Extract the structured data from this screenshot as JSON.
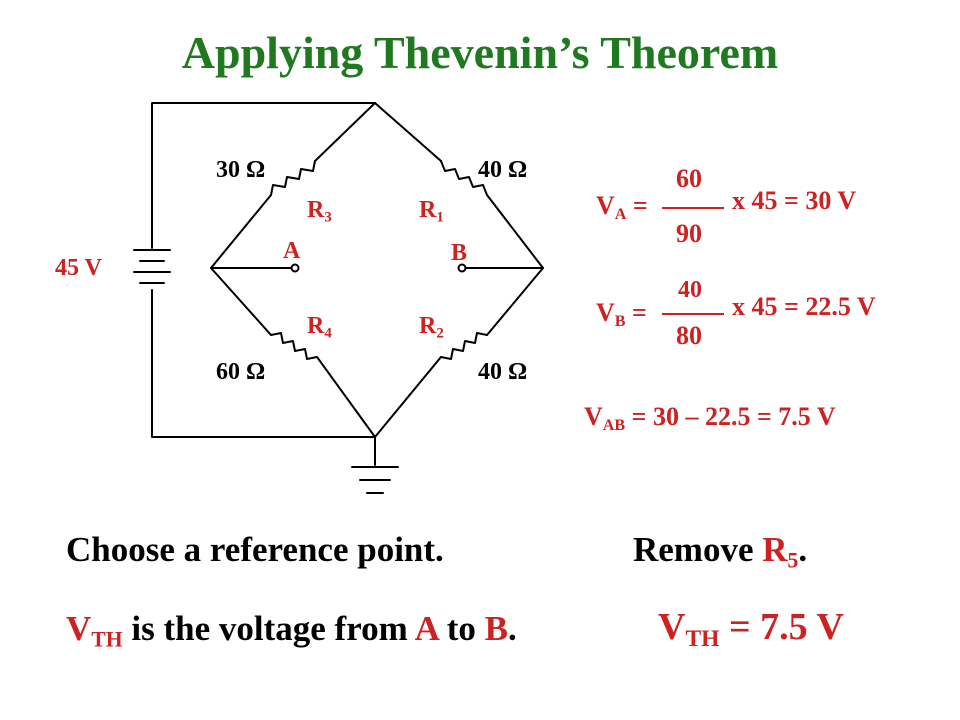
{
  "title": "Applying Thevenin’s Theorem",
  "circuit": {
    "source": "45 V",
    "r3": {
      "value": "30 Ω",
      "label": "R",
      "sub": "3"
    },
    "r1": {
      "value": "40 Ω",
      "label": "R",
      "sub": "1"
    },
    "r4": {
      "value": "60 Ω",
      "label": "R",
      "sub": "4"
    },
    "r2": {
      "value": "40 Ω",
      "label": "R",
      "sub": "2"
    },
    "node_a": "A",
    "node_b": "B"
  },
  "equations": {
    "va": {
      "lhs": "V",
      "sub": "A",
      "eq": "=",
      "num": "60",
      "den": "90",
      "rest": "x 45 = 30 V"
    },
    "vb": {
      "lhs": "V",
      "sub": "B",
      "eq": "=",
      "num": "40",
      "den": "80",
      "rest": "x 45 = 22.5 V"
    },
    "vab": {
      "lhs": "V",
      "sub": "AB",
      "rest": "= 30 – 22.5 = 7.5 V"
    }
  },
  "bottom": {
    "line1_left": "Choose a reference point.",
    "line1_right_a": "Remove ",
    "line1_right_r": "R",
    "line1_right_sub": "5",
    "line1_right_end": ".",
    "line2_v": "V",
    "line2_sub": "TH",
    "line2_mid": " is the voltage from ",
    "line2_a": "A",
    "line2_to": " to ",
    "line2_b": "B",
    "line2_end": ".",
    "result_v": "V",
    "result_sub": "TH",
    "result_rest": " = 7.5 V"
  },
  "colors": {
    "title": "#1f7a1f",
    "accent": "#cc2222",
    "text": "#000000"
  }
}
